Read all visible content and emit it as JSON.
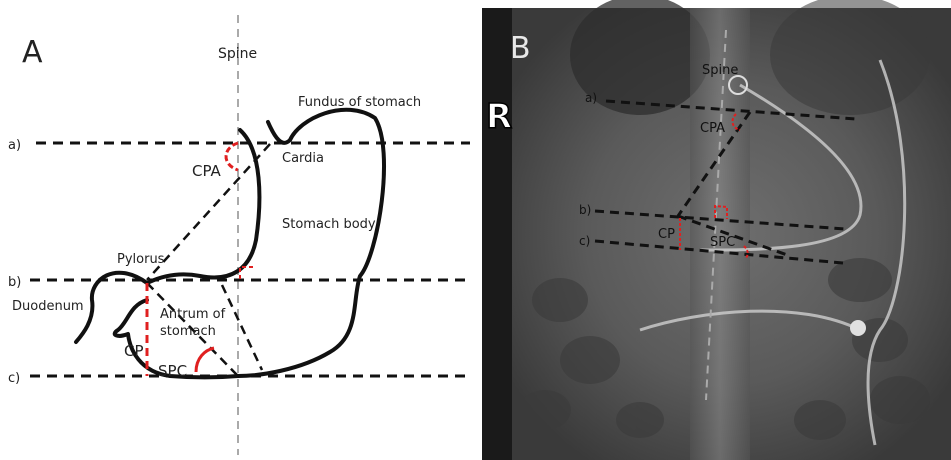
{
  "panel_a": {
    "letter": "A",
    "spine": "Spine",
    "fundus": "Fundus of stomach",
    "cardia": "Cardia",
    "cpa": "CPA",
    "body": "Stomach body",
    "pylorus": "Pylorus",
    "duodenum": "Duodenum",
    "antrum_line1": "Antrum of",
    "antrum_line2": "stomach",
    "cp": "CP",
    "spc": "SPC",
    "line_a": "a)",
    "line_b": "b)",
    "line_c": "c)"
  },
  "panel_b": {
    "letter": "B",
    "side_marker": "R",
    "spine": "Spine",
    "line_a": "a)",
    "line_b": "b)",
    "line_c": "c)",
    "cpa": "CPA",
    "cp": "CP",
    "spc": "SPC"
  },
  "colors": {
    "line": "#111111",
    "angle_marker": "#e02020",
    "spine_line": "#aaaaaa"
  }
}
